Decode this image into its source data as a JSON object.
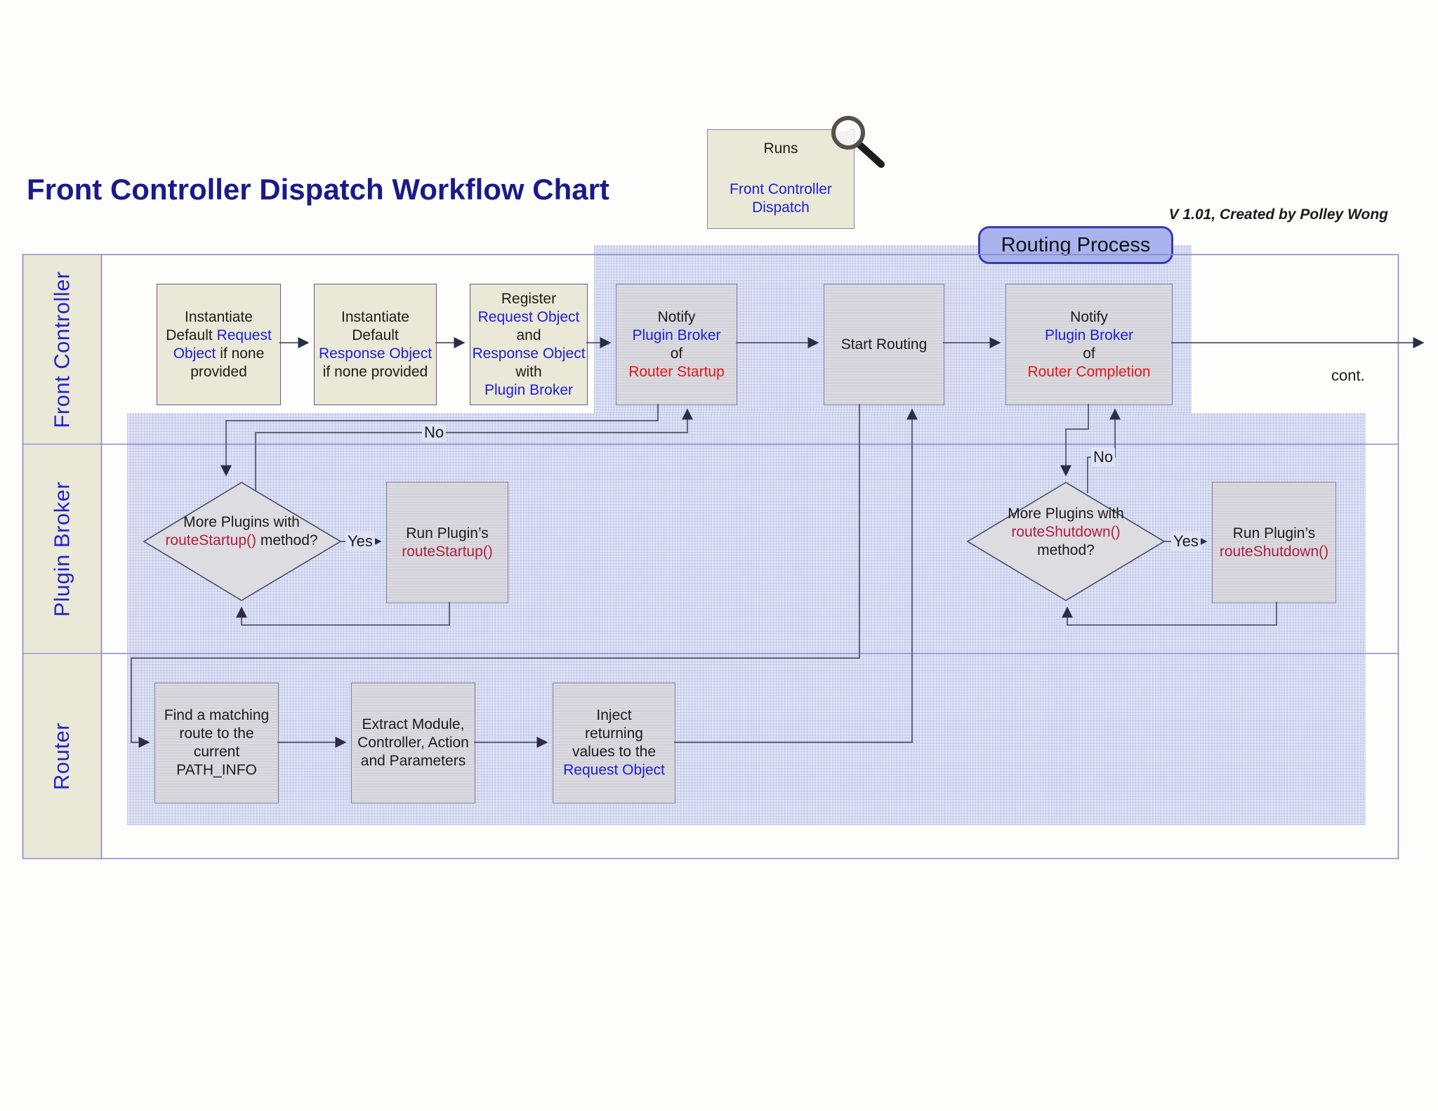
{
  "header": {
    "title": "Front Controller Dispatch Workflow Chart",
    "credit": "V 1.01, Created by Polley Wong"
  },
  "legend": {
    "runs_label": "Runs",
    "runs_target_line1": "Front Controller",
    "runs_target_line2": "Dispatch"
  },
  "routing_region": {
    "label": "Routing Process"
  },
  "lanes": [
    {
      "label": "Front Controller"
    },
    {
      "label": "Plugin Broker"
    },
    {
      "label": "Router"
    }
  ],
  "edge_labels": {
    "yes": "Yes",
    "no": "No",
    "cont": "cont."
  },
  "icons": {
    "magnifier": "magnifier-icon"
  },
  "colors": {
    "title_navy": "#1a1a8a",
    "lane_label_blue": "#2525cc",
    "text_blue": "#1f1fd4",
    "text_red": "#e81515",
    "text_crimson": "#b22040",
    "region_lavender": "#dee2f4",
    "box_beige": "#eae8d6",
    "box_gray": "#d3d3d9",
    "pill_fill": "#a9b3ee",
    "pill_border": "#3b3bb0",
    "line": "#50506e"
  },
  "nodes": {
    "fc1": {
      "l1": "Instantiate",
      "l2a": "Default ",
      "l2b": "Request",
      "l3a": "Object",
      "l3b": " if none",
      "l4": "provided"
    },
    "fc2": {
      "l1": "Instantiate",
      "l2": "Default",
      "l3": "Response Object",
      "l4": "if none provided"
    },
    "fc3": {
      "l1": "Register",
      "l2": "Request Object",
      "l3": "and",
      "l4": "Response Object",
      "l5": "with",
      "l6": "Plugin Broker"
    },
    "fc4": {
      "l1": "Notify",
      "l2": "Plugin Broker",
      "l3": "of",
      "l4": "Router Startup"
    },
    "fc5": {
      "l1": "Start Routing"
    },
    "fc6": {
      "l1": "Notify",
      "l2": "Plugin Broker",
      "l3": "of",
      "l4": "Router Completion"
    },
    "d1": {
      "l1": "More Plugins with",
      "l2a": "routeStartup()",
      "l2b": " method?"
    },
    "b1": {
      "l1": "Run Plugin’s",
      "l2": "routeStartup()"
    },
    "d2": {
      "l1": "More Plugins with",
      "l2": "routeShutdown()",
      "l3": "method?"
    },
    "b2": {
      "l1": "Run Plugin’s",
      "l2": "routeShutdown()"
    },
    "r1": {
      "l1": "Find a matching",
      "l2": "route to the",
      "l3": "current",
      "l4": "PATH_INFO"
    },
    "r2": {
      "l1": "Extract Module,",
      "l2": "Controller, Action",
      "l3": "and Parameters"
    },
    "r3": {
      "l1": "Inject",
      "l2": "returning",
      "l3": "values to the",
      "l4": "Request Object"
    }
  }
}
